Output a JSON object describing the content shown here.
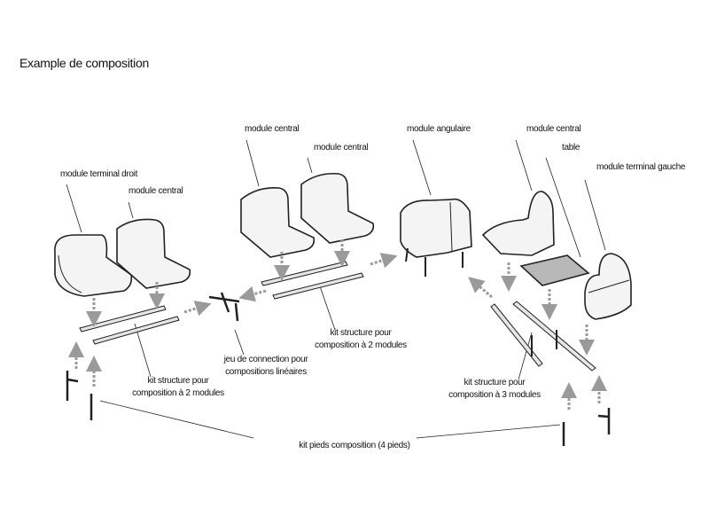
{
  "title": "Example de composition",
  "labels": {
    "module_terminal_droit": "module terminal droit",
    "module_central_1": "module central",
    "module_central_2": "module central",
    "module_central_3": "module central",
    "module_angulaire": "module angulaire",
    "module_central_4": "module central",
    "table": "table",
    "module_terminal_gauche": "module terminal gauche",
    "kit_left": [
      "kit structure pour",
      "composition à 2 modules"
    ],
    "jeu_connection": [
      "jeu de connection pour",
      "compositions linéaires"
    ],
    "kit_mid": [
      "kit structure pour",
      "composition à 2 modules"
    ],
    "kit_right": [
      "kit structure pour",
      "composition à 3 modules"
    ],
    "kit_pieds": "kit pieds composition (4 pieds)"
  },
  "colors": {
    "seat_fill": "#f4f4f4",
    "arrow": "#9a9a9a",
    "table_fill": "#b8b8b8",
    "line": "#222222"
  }
}
